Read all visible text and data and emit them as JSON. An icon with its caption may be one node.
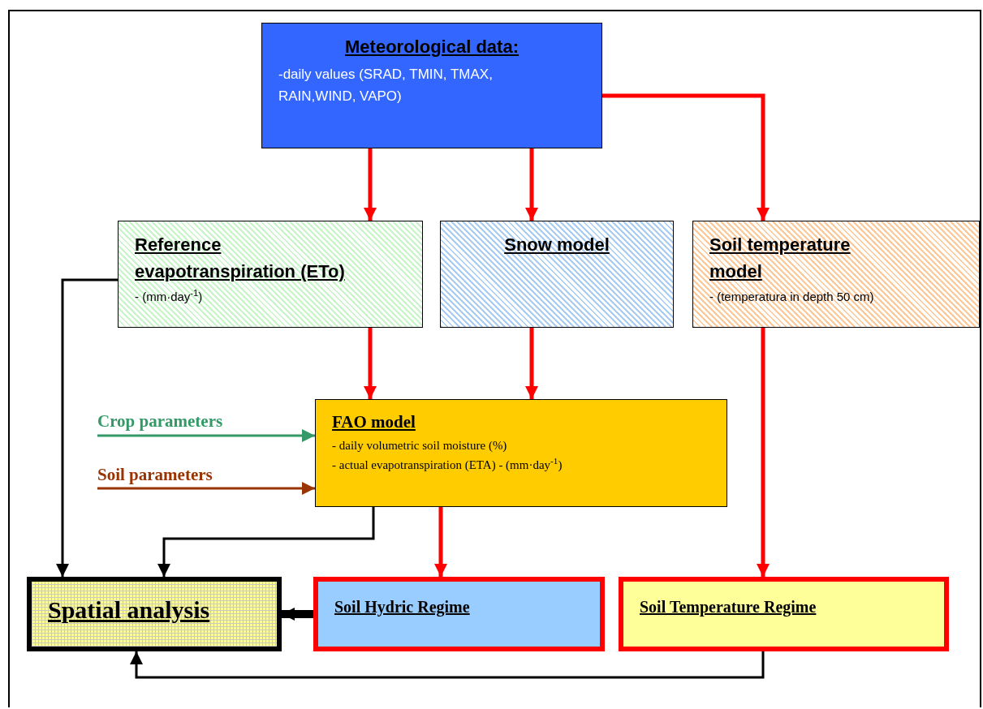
{
  "diagram": {
    "nodes": [
      {
        "text": [
          "Meteorological data:",
          "-daily values (SRAD, TMIN, TMAX, RAIN,WIND, VAPO)"
        ]
      },
      {
        "text": [
          "Reference evapotranspiration (ETo)",
          "- (mm·day$^{-1}$)"
        ]
      },
      {
        "text": [
          "Snow model"
        ]
      },
      {
        "text": [
          "Soil temperature model",
          "- (temperatura in depth 50 cm)"
        ]
      },
      {
        "text": [
          "Crop parameters"
        ]
      },
      {
        "text": [
          "Soil parameters"
        ]
      },
      {
        "text": [
          "FAO model",
          "- daily volumetric soil moisture (%)",
          "- actual evapotranspiration (ETA) - (mm·day$^{-1}$)"
        ]
      },
      {
        "text": [
          "Spatial analysis"
        ]
      },
      {
        "text": [
          "Soil Hydric Regime"
        ]
      },
      {
        "text": [
          "Soil Temperature Regime"
        ]
      }
    ],
    "edges": [
      {
        "from": 0,
        "to": 1,
        "arrow": "to"
      },
      {
        "from": 0,
        "to": 2,
        "arrow": "to"
      },
      {
        "from": 0,
        "to": 3,
        "arrow": "to"
      },
      {
        "from": 1,
        "to": 6,
        "arrow": "to"
      },
      {
        "from": 2,
        "to": 6,
        "arrow": "to"
      },
      {
        "from": 4,
        "to": 6,
        "arrow": "to",
        "color": "#339966"
      },
      {
        "from": 5,
        "to": 6,
        "arrow": "to",
        "color": "#993300"
      },
      {
        "from": 6,
        "to": 8,
        "arrow": "to"
      },
      {
        "from": 3,
        "to": 9,
        "arrow": "to"
      },
      {
        "from": 1,
        "to": 7,
        "arrow": "to",
        "color": "#000000"
      },
      {
        "from": 6,
        "to": 7,
        "arrow": "to",
        "color": "#000000"
      },
      {
        "from": 8,
        "to": 7,
        "arrow": "to",
        "color": "#000000",
        "style": "thick"
      },
      {
        "from": 9,
        "to": 7,
        "arrow": "to",
        "color": "#000000"
      }
    ]
  }
}
